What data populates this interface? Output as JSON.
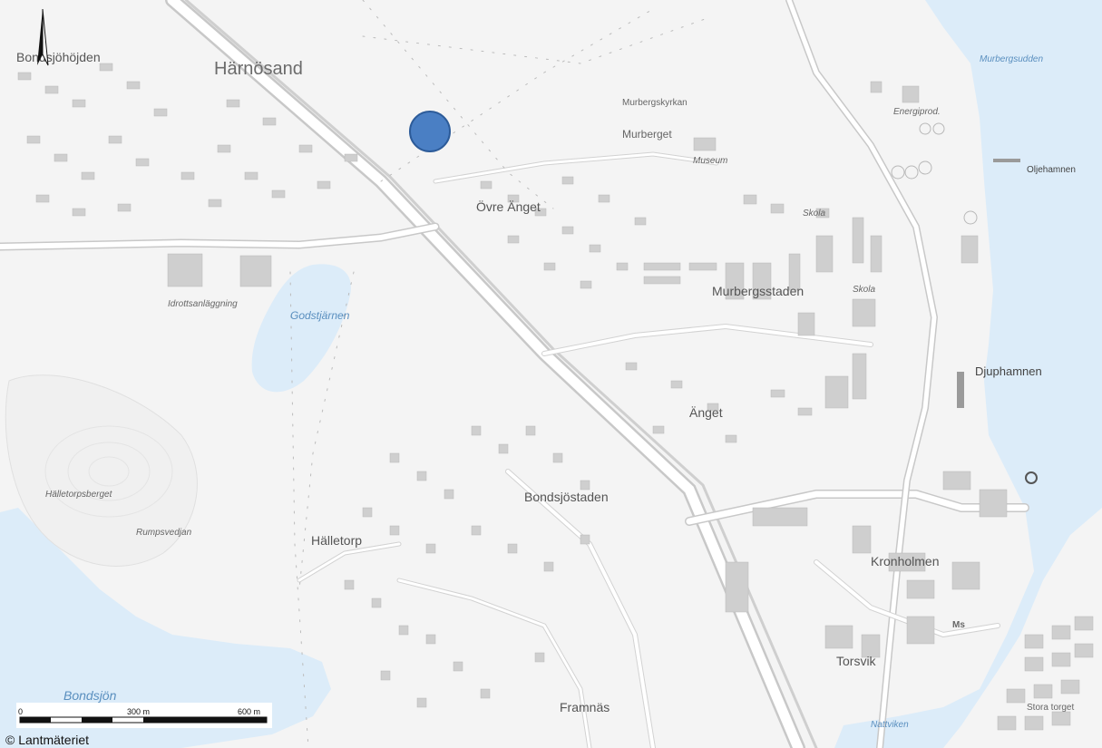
{
  "map": {
    "town_title": "Härnösand",
    "place_labels": {
      "bondsjohojden": "Bondsjöhöjden",
      "ovre_anget": "Övre Änget",
      "murbergsstaden": "Murbergsstaden",
      "anget": "Änget",
      "bondsjostaden": "Bondsjöstaden",
      "halletorp": "Hälletorp",
      "kronholmen": "Kronholmen",
      "torsvik": "Torsvik",
      "framnas": "Framnäs",
      "murberget": "Murberget",
      "murbergskyrkan": "Murbergskyrkan",
      "museum": "Museum",
      "skola1": "Skola",
      "skola2": "Skola",
      "energiprod": "Energiprod.",
      "idrottsanlaggning": "Idrottsanläggning",
      "halletorpsberget": "Hälletorpsberget",
      "rumpsvedjan": "Rumpsvedjan",
      "stora_torget": "Stora torget",
      "ms": "Ms"
    },
    "water_labels": {
      "godstjarnen": "Godstjärnen",
      "bondsjon": "Bondsjön",
      "nattviken": "Nattviken",
      "murbergsudden": "Murbergsudden",
      "oljehamnen": "Oljehamnen",
      "djuphamnen": "Djuphamnen"
    },
    "marker": {
      "type": "point",
      "color": "#4a7fc4",
      "stroke": "#2c5b99"
    },
    "colors": {
      "land": "#f3f3f3",
      "water": "#dcecf9",
      "road": "#ffffff",
      "road_casing": "#c4c4c4",
      "building": "#c9c9c9"
    },
    "scale_bar": {
      "labels": [
        "0",
        "300 m",
        "600 m"
      ]
    },
    "north_arrow_icon": "north-arrow-icon",
    "copyright": "© Lantmäteriet"
  }
}
